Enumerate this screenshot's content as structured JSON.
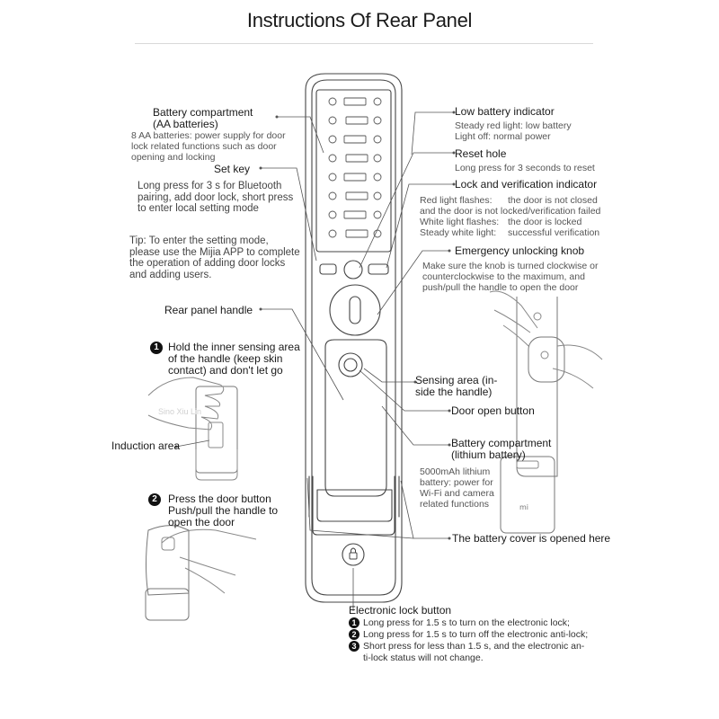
{
  "title": "Instructions Of Rear Panel",
  "battery_aa": {
    "heading": "Battery compartment\n(AA batteries)",
    "desc": "8 AA batteries: power supply for door\nlock related functions such as door\nopening and locking"
  },
  "set_key": {
    "heading": "Set key",
    "desc": "Long press for 3 s for Bluetooth\npairing, add door lock, short press\nto enter local setting mode"
  },
  "tip": "Tip: To enter the setting mode,\nplease use the Mijia APP to complete\nthe operation of adding door locks\nand adding users.",
  "rear_handle": "Rear panel handle",
  "step1": {
    "num": "1",
    "text": "Hold the inner sensing area\nof the handle (keep skin\ncontact) and don't let go"
  },
  "induction_area": "Induction area",
  "step2": {
    "num": "2",
    "text": "Press the door button\nPush/pull the handle to\nopen the door"
  },
  "low_battery": {
    "heading": "Low battery indicator",
    "desc": "Steady red light: low battery\nLight off: normal power"
  },
  "reset_hole": {
    "heading": "Reset hole",
    "desc": "Long press for 3 seconds to reset"
  },
  "lock_indicator": {
    "heading": "Lock and verification indicator",
    "rows": [
      {
        "label": "Red light flashes:",
        "value": "the door is not closed"
      },
      {
        "label": "and the door is not locked/verification failed",
        "value": ""
      },
      {
        "label": "White light flashes:",
        "value": "the door is locked"
      },
      {
        "label": "Steady white light:",
        "value": "successful verification"
      }
    ]
  },
  "emergency_knob": {
    "heading": "Emergency unlocking knob",
    "desc": "Make sure the knob is turned clockwise or\ncounterclockwise to the maximum, and\npush/pull the handle to open the door"
  },
  "sensing_area": "Sensing area (in-\nside the handle)",
  "door_open_button": "Door open button",
  "battery_lithium": {
    "heading": "Battery compartment\n(lithium battery)",
    "desc": "5000mAh lithium\nbattery: power for\nWi-Fi and camera\nrelated functions",
    "logo": "mi"
  },
  "battery_cover": "The battery cover is opened here",
  "electronic_lock": {
    "heading": "Electronic lock button",
    "items": [
      {
        "num": "1",
        "text": "Long press for 1.5 s to turn on the electronic lock;"
      },
      {
        "num": "2",
        "text": "Long press for 1.5 s to turn off the electronic anti-lock;"
      },
      {
        "num": "3",
        "text": "Short press for less than 1.5 s, and the electronic an-\nti-lock status will not change."
      }
    ]
  },
  "watermark": "Sino Xiu Lin"
}
